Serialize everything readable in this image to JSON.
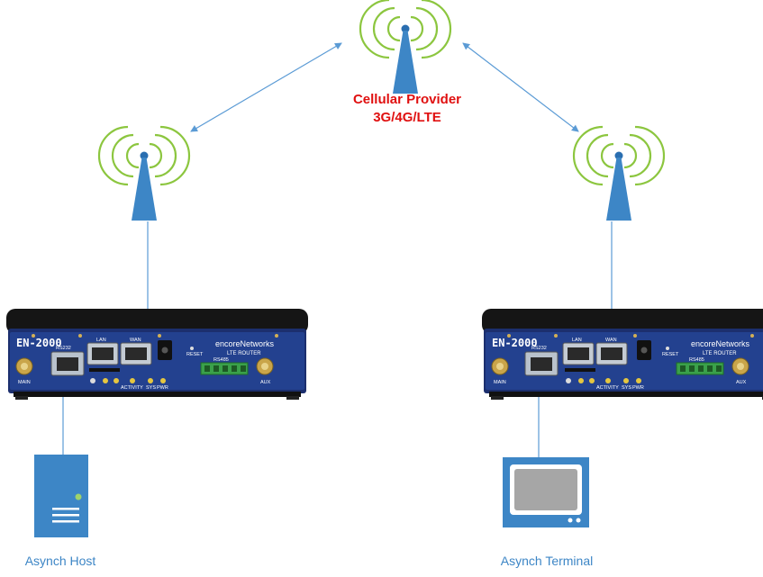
{
  "provider": {
    "name": "Cellular Provider",
    "networks": "3G/4G/LTE"
  },
  "routers": [
    {
      "model": "EN-2000",
      "brand": "encoreNetworks",
      "product": "LTE ROUTER",
      "port_rs232": "RS232",
      "port_lan": "LAN",
      "port_wan": "WAN",
      "port_rs485": "RS485",
      "antenna_main": "MAIN",
      "antenna_aux": "AUX",
      "reset": "RESET",
      "activity": "ACTIVITY",
      "sys": "SYS",
      "pwr": "PWR"
    },
    {
      "model": "EN-2000",
      "brand": "encoreNetworks",
      "product": "LTE ROUTER",
      "port_rs232": "RS232",
      "port_lan": "LAN",
      "port_wan": "WAN",
      "port_rs485": "RS485",
      "antenna_main": "MAIN",
      "antenna_aux": "AUX",
      "reset": "RESET",
      "activity": "ACTIVITY",
      "sys": "SYS",
      "pwr": "PWR"
    }
  ],
  "endpoints": {
    "host": "Asynch Host",
    "terminal": "Asynch Terminal"
  },
  "colors": {
    "tower": "#3d86c6",
    "signal": "#8cc63f",
    "provider_text": "#e01010",
    "link": "#5b9bd5",
    "device_panel": "#1f3f8c"
  }
}
